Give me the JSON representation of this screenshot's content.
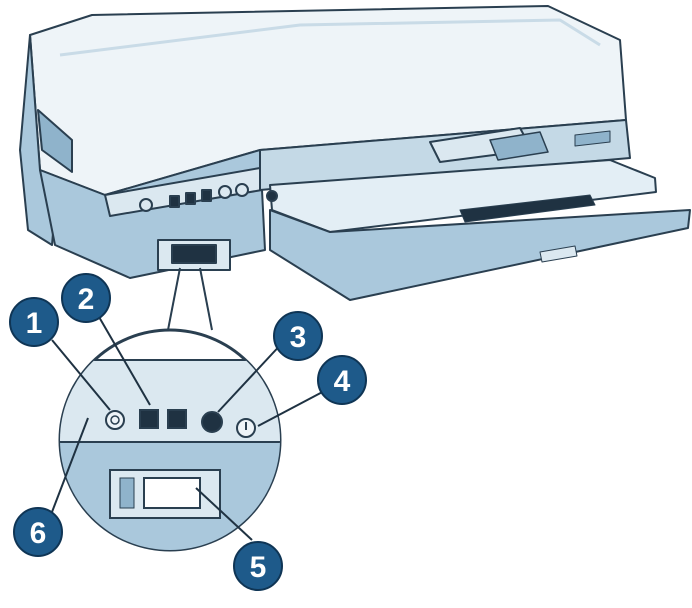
{
  "figure": {
    "subject": "printer",
    "colors": {
      "body_light": "#eef4f8",
      "body_blue": "#aac8dc",
      "body_mid": "#8fb3cb",
      "outline": "#2a3f50",
      "dark": "#1f3242",
      "callout_fill": "#1e5a8a",
      "callout_stroke": "#0f3555"
    },
    "callouts": [
      {
        "label": "1",
        "target": "power-button"
      },
      {
        "label": "2",
        "target": "photo-button"
      },
      {
        "label": "3",
        "target": "cancel-button"
      },
      {
        "label": "4",
        "target": "power-light"
      },
      {
        "label": "5",
        "target": "display-screen"
      },
      {
        "label": "6",
        "target": "paper-status-light"
      }
    ]
  }
}
